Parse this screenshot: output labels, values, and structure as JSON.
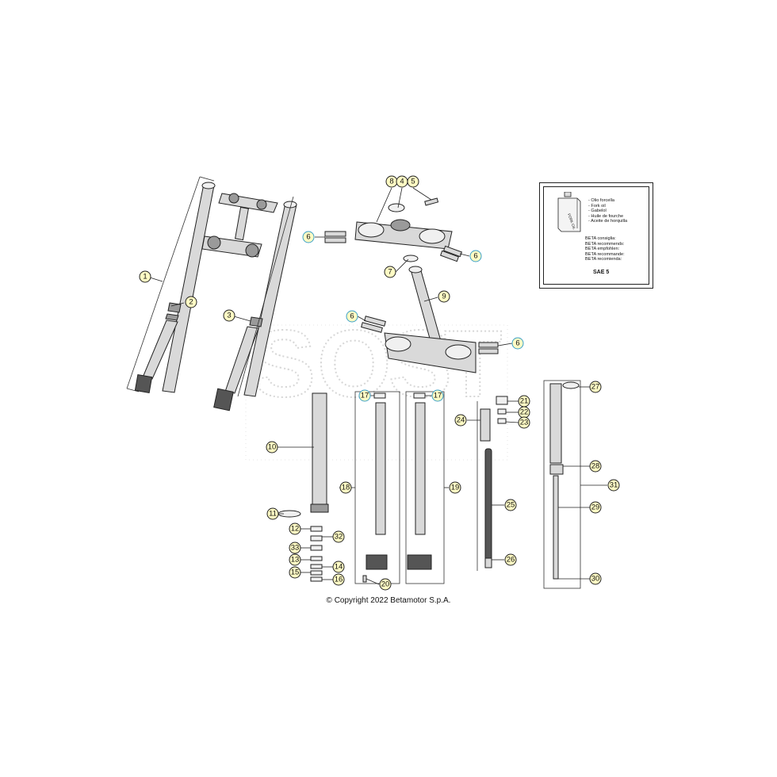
{
  "oil_box": {
    "can_label": "FORK OIL",
    "languages": [
      "- Olio forcella",
      "- Fork oil",
      "- Gabelol",
      "- Huile de fourche",
      "- Aceite de horquilla"
    ],
    "recommendations": [
      "BETA consiglia:",
      "BETA recommends:",
      "BETA empfohlen:",
      "BETA recommande:",
      "BETA recomienda:"
    ],
    "grade": "SAE 5"
  },
  "copyright": "© Copyright 2022 Betamotor S.p.A.",
  "callouts": [
    {
      "label": "1",
      "highlight": false
    },
    {
      "label": "2",
      "highlight": false
    },
    {
      "label": "3",
      "highlight": false
    },
    {
      "label": "8",
      "highlight": false
    },
    {
      "label": "4",
      "highlight": false
    },
    {
      "label": "5",
      "highlight": false
    },
    {
      "label": "6",
      "highlight": true
    },
    {
      "label": "6",
      "highlight": true
    },
    {
      "label": "7",
      "highlight": false
    },
    {
      "label": "9",
      "highlight": false
    },
    {
      "label": "6",
      "highlight": true
    },
    {
      "label": "6",
      "highlight": true
    },
    {
      "label": "10",
      "highlight": false
    },
    {
      "label": "11",
      "highlight": false
    },
    {
      "label": "12",
      "highlight": false
    },
    {
      "label": "32",
      "highlight": false
    },
    {
      "label": "33",
      "highlight": false
    },
    {
      "label": "13",
      "highlight": false
    },
    {
      "label": "14",
      "highlight": false
    },
    {
      "label": "15",
      "highlight": false
    },
    {
      "label": "16",
      "highlight": false
    },
    {
      "label": "17",
      "highlight": true
    },
    {
      "label": "17",
      "highlight": true
    },
    {
      "label": "18",
      "highlight": false
    },
    {
      "label": "19",
      "highlight": false
    },
    {
      "label": "20",
      "highlight": false
    },
    {
      "label": "21",
      "highlight": false
    },
    {
      "label": "22",
      "highlight": false
    },
    {
      "label": "23",
      "highlight": false
    },
    {
      "label": "24",
      "highlight": false
    },
    {
      "label": "25",
      "highlight": false
    },
    {
      "label": "26",
      "highlight": false
    },
    {
      "label": "27",
      "highlight": false
    },
    {
      "label": "28",
      "highlight": false
    },
    {
      "label": "29",
      "highlight": false
    },
    {
      "label": "30",
      "highlight": false
    },
    {
      "label": "31",
      "highlight": false
    }
  ]
}
